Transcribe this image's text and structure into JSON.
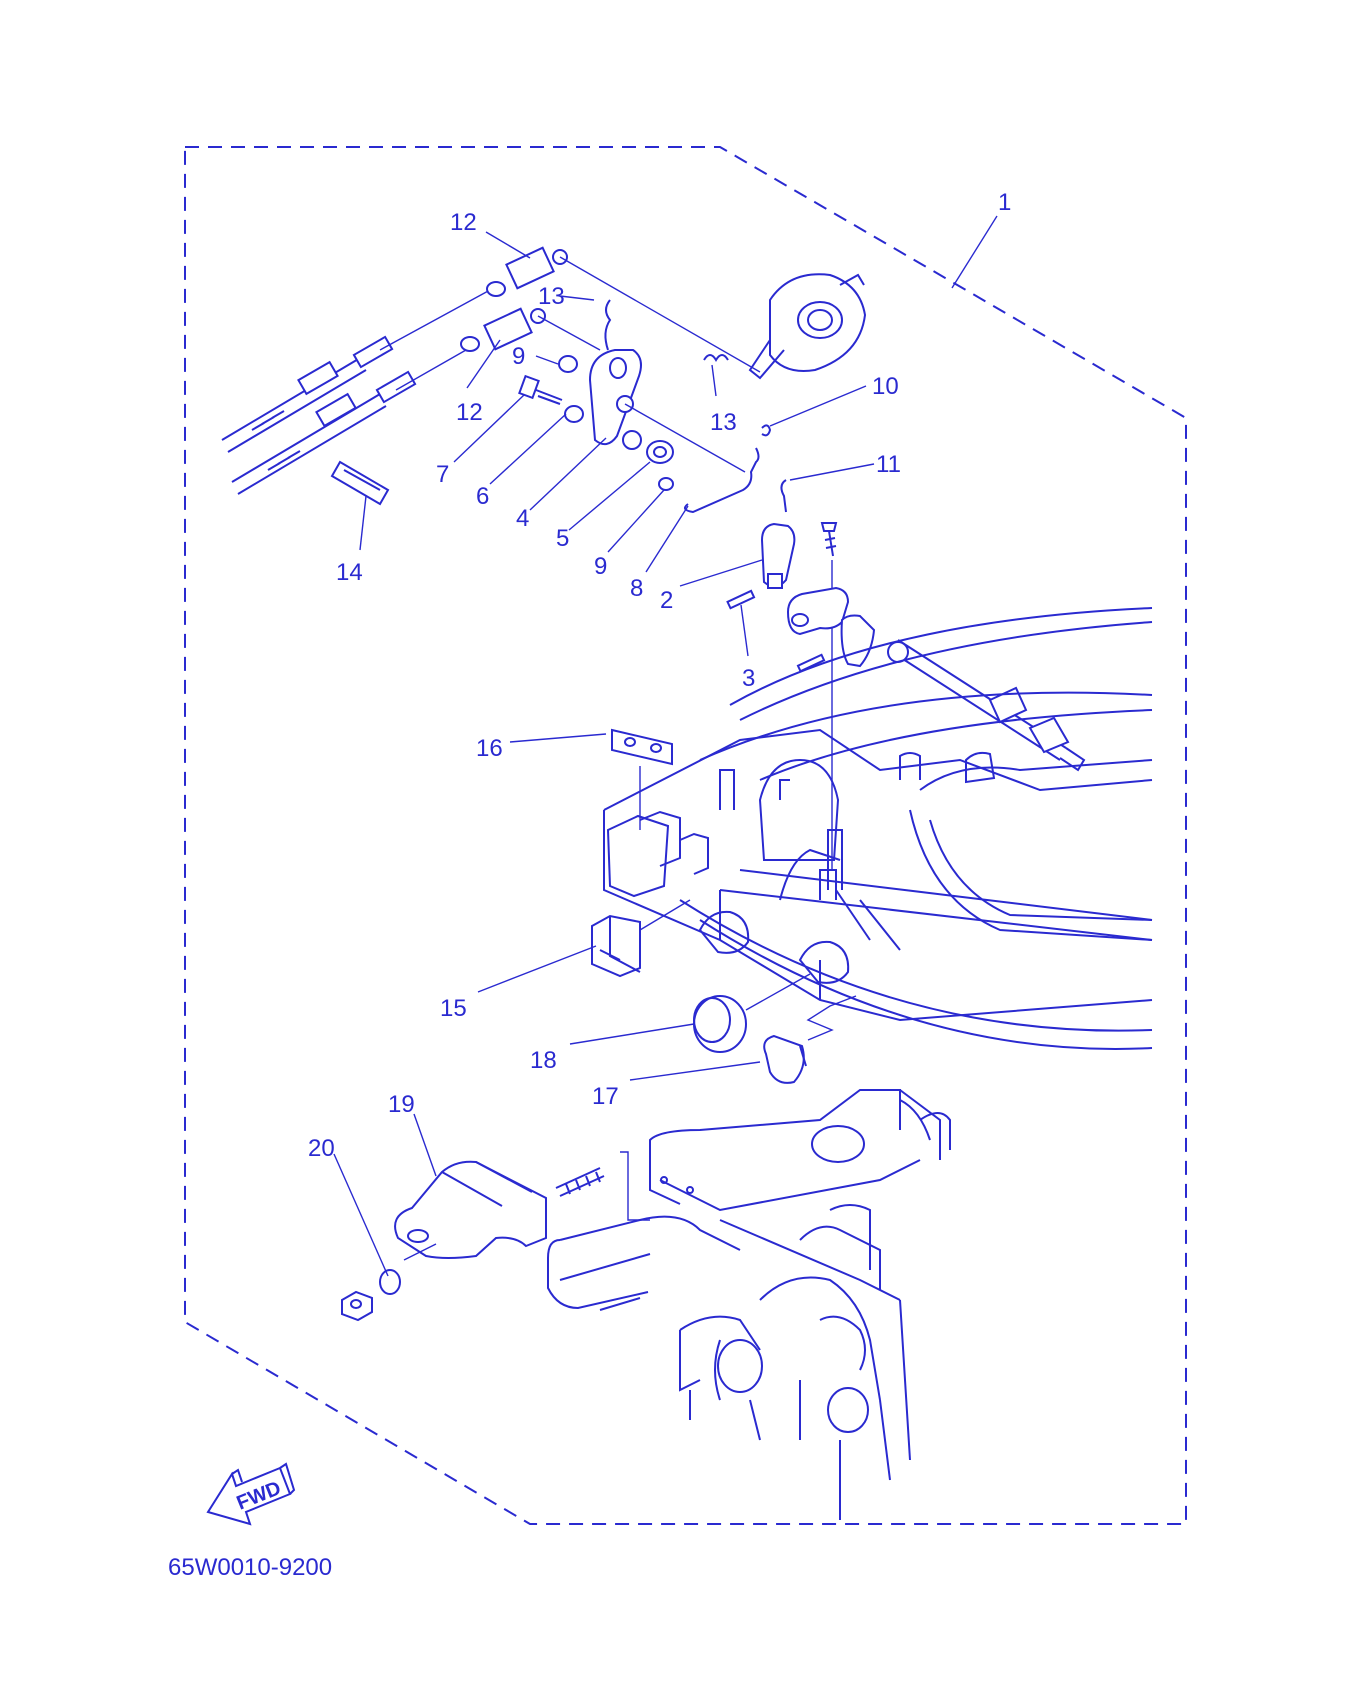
{
  "diagram": {
    "drawing_code": "65W0010-9200",
    "direction_arrow_text": "FWD",
    "callouts": [
      "1",
      "2",
      "3",
      "4",
      "5",
      "6",
      "7",
      "8",
      "9",
      "9",
      "10",
      "11",
      "12",
      "12",
      "13",
      "13",
      "14",
      "15",
      "16",
      "17",
      "18",
      "19",
      "20"
    ]
  },
  "colors": {
    "line": "#2a2ad0",
    "background": "#ffffff"
  }
}
